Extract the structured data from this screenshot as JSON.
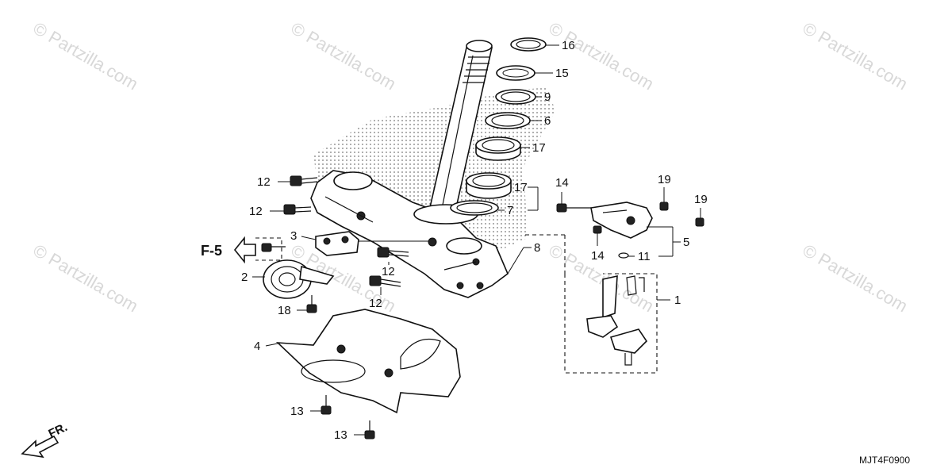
{
  "watermarks": [
    "© Partzilla.com",
    "© Partzilla.com",
    "© Partzilla.com",
    "© Partzilla.com",
    "© Partzilla.com",
    "© Partzilla.com",
    "© Partzilla.com",
    "© Partzilla.com"
  ],
  "callouts": {
    "c16": "16",
    "c15": "15",
    "c9": "9",
    "c6": "6",
    "c17a": "17",
    "c17b": "17",
    "c7": "7",
    "c8": "8",
    "c14a": "14",
    "c14b": "14",
    "c19a": "19",
    "c19b": "19",
    "c5": "5",
    "c11": "11",
    "c1": "1",
    "c12a": "12",
    "c12b": "12",
    "c12c": "12",
    "c12d": "12",
    "c3": "3",
    "c2": "2",
    "c18": "18",
    "c4": "4",
    "c13a": "13",
    "c13b": "13"
  },
  "ref_label": "F-5",
  "front_label": "FR.",
  "diagram_code": "MJT4F0900"
}
